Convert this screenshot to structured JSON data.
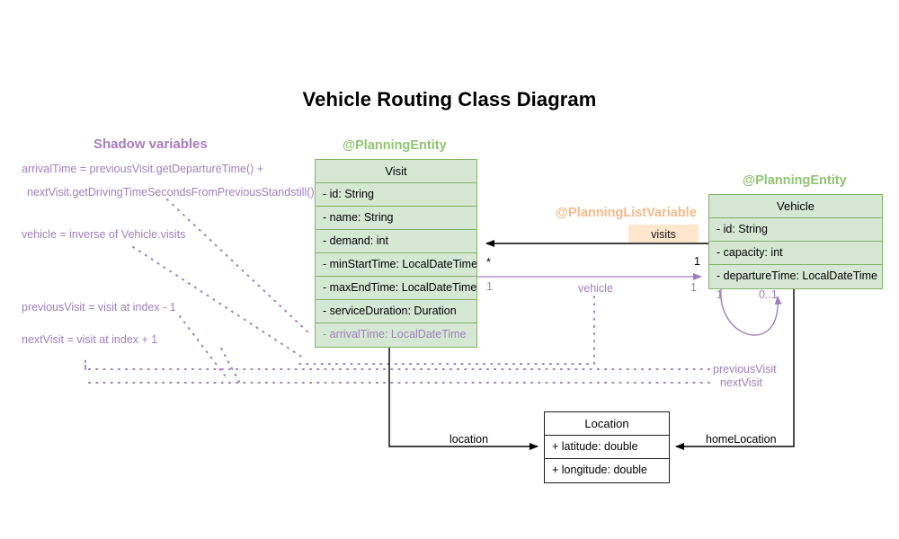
{
  "diagram": {
    "title": "Vehicle Routing Class Diagram",
    "colors": {
      "entity_fill": "#d5e8d4",
      "entity_stroke": "#82b366",
      "entity_annotation": "#8fc471",
      "listvariable_annotation": "#f2bb8c",
      "badge_fill": "#ffe6cc",
      "shadow_purple": "#a07fbe",
      "plain_stroke": "#1f1f1f",
      "background": "#ffffff"
    }
  },
  "classes": {
    "visit": {
      "annotation": "@PlanningEntity",
      "name": "Visit",
      "attributes": [
        {
          "text": "- id: String",
          "shadow": false
        },
        {
          "text": "- name: String",
          "shadow": false
        },
        {
          "text": "- demand: int",
          "shadow": false
        },
        {
          "text": "- minStartTime: LocalDateTime",
          "shadow": false
        },
        {
          "text": "- maxEndTime: LocalDateTime",
          "shadow": false
        },
        {
          "text": "- serviceDuration: Duration",
          "shadow": false
        },
        {
          "text": "- arrivalTime: LocalDateTime",
          "shadow": true
        }
      ]
    },
    "vehicle": {
      "annotation": "@PlanningEntity",
      "name": "Vehicle",
      "attributes": [
        {
          "text": "- id: String",
          "shadow": false
        },
        {
          "text": "- capacity: int",
          "shadow": false
        },
        {
          "text": "- departureTime: LocalDateTime",
          "shadow": false
        }
      ]
    },
    "location": {
      "annotation": "",
      "name": "Location",
      "attributes": [
        {
          "text": "+ latitude: double",
          "shadow": false
        },
        {
          "text": "+ longitude: double",
          "shadow": false
        }
      ]
    }
  },
  "relations": {
    "visits": {
      "annotation": "@PlanningListVariable",
      "badge": "visits",
      "source_multiplicity": "1",
      "target_multiplicity": "*"
    },
    "vehicle_inverse": {
      "label": "vehicle",
      "source_multiplicity": "1",
      "target_multiplicity": "1"
    },
    "previous_visit": {
      "label": "previousVisit"
    },
    "next_visit": {
      "label": "nextVisit"
    },
    "vehicle_self_loop": {
      "source_multiplicity": "1",
      "target_multiplicity": "0..1"
    },
    "location": {
      "label": "location"
    },
    "home_location": {
      "label": "homeLocation"
    }
  },
  "shadow_panel": {
    "title": "Shadow variables",
    "lines": [
      "arrivalTime = previousVisit.getDepartureTime() +",
      "nextVisit.getDrivingTimeSecondsFromPreviousStandstill()",
      "vehicle = inverse of Vehicle.visits",
      "previousVisit = visit at index - 1",
      "nextVisit = visit at index + 1"
    ]
  }
}
